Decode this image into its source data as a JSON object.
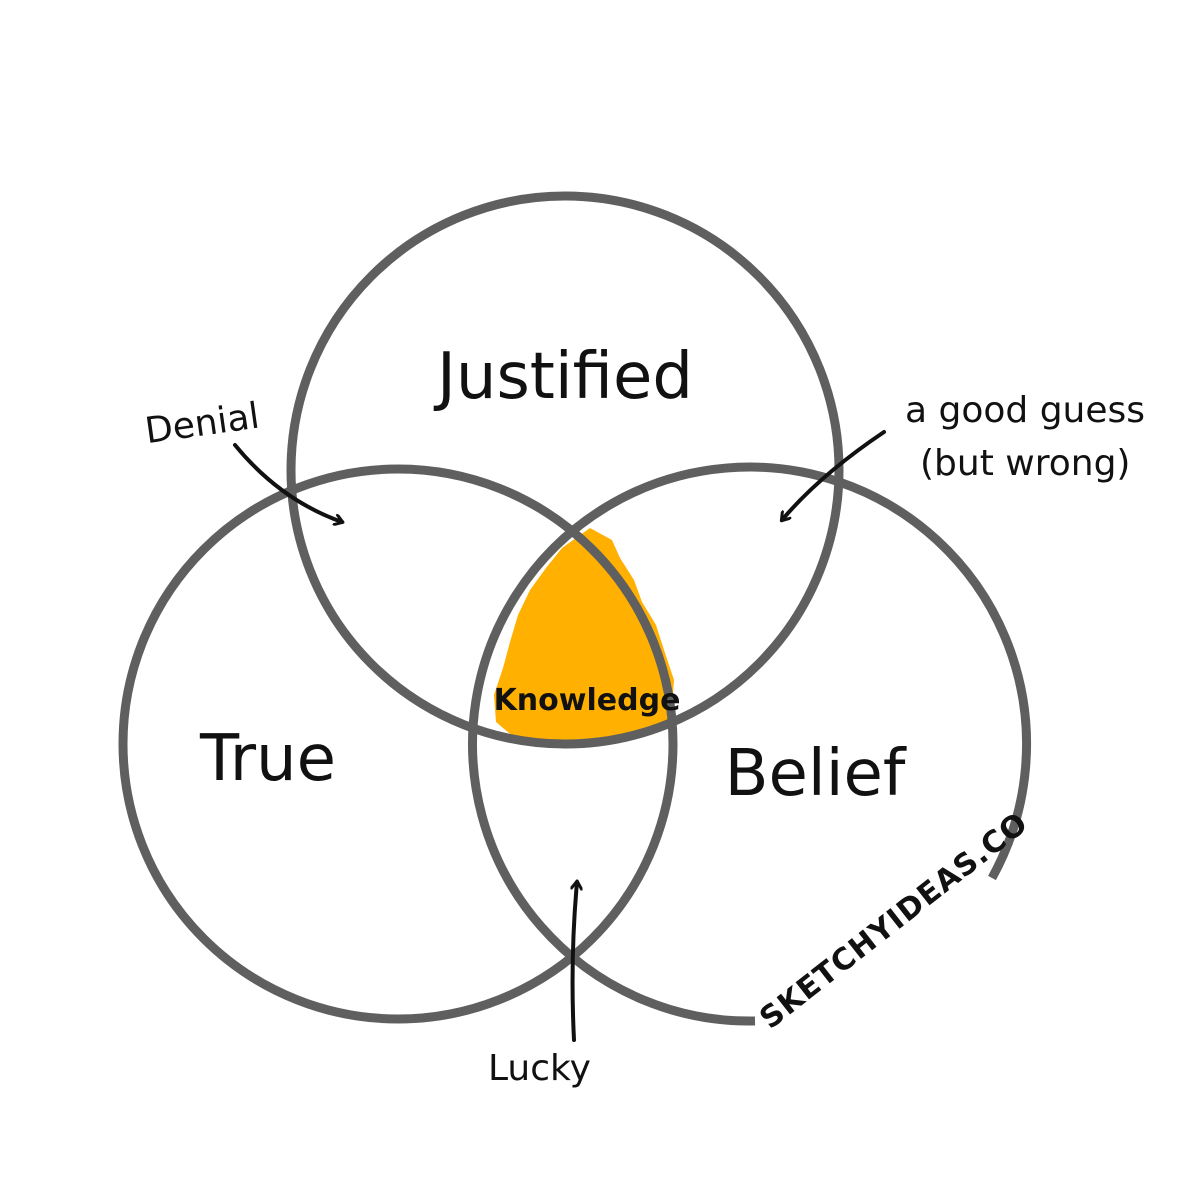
{
  "diagram": {
    "sets": {
      "justified": "Justified",
      "true": "True",
      "belief": "Belief"
    },
    "center_label": "Knowledge",
    "annotations": {
      "denial": "Denial",
      "good_guess_line1": "a good guess",
      "good_guess_line2": "(but wrong)",
      "lucky": "Lucky"
    },
    "brand": "SKETCHYIDEAS.CO"
  },
  "colors": {
    "circle_stroke": "#5f5f5f",
    "highlight": "#ffb000",
    "ink": "#111111",
    "background": "#ffffff"
  }
}
